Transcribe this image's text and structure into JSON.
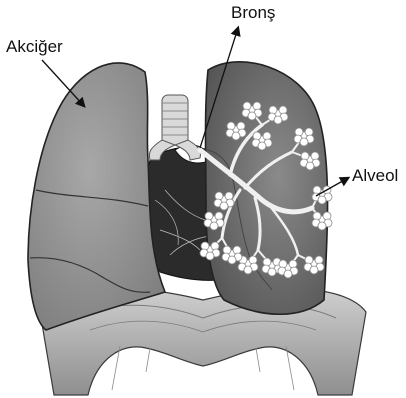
{
  "labels": {
    "lung": "Akciğer",
    "bronchus": "Bronş",
    "alveolus": "Alveol"
  },
  "colors": {
    "lung_fill": "#8a8a8a",
    "lung_left_fill": "#9a9a9a",
    "lung_right_fill": "#6f6f6f",
    "heart_fill": "#2b2b2b",
    "trachea_fill": "#d9d9d9",
    "diaphragm_fill": "#b3b3b3",
    "alveoli_fill": "#ffffff",
    "outline": "#1a1a1a"
  }
}
